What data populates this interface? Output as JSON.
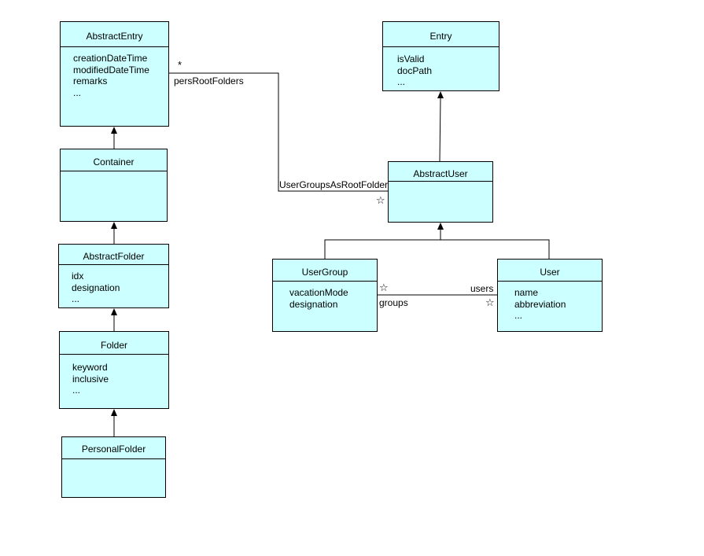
{
  "classes": {
    "abstract_entry": {
      "name": "AbstractEntry",
      "attributes": [
        "creationDateTime",
        "modifiedDateTime",
        "remarks",
        "..."
      ]
    },
    "container": {
      "name": "Container",
      "attributes": []
    },
    "abstract_folder": {
      "name": "AbstractFolder",
      "attributes": [
        "idx",
        "designation",
        "..."
      ]
    },
    "folder": {
      "name": "Folder",
      "attributes": [
        "keyword",
        "inclusive",
        "..."
      ]
    },
    "personal_folder": {
      "name": "PersonalFolder",
      "attributes": []
    },
    "entry": {
      "name": "Entry",
      "attributes": [
        "isValid",
        "docPath",
        "..."
      ]
    },
    "abstract_user": {
      "name": "AbstractUser",
      "attributes": []
    },
    "user_group": {
      "name": "UserGroup",
      "attributes": [
        "vacationMode",
        "designation"
      ]
    },
    "user": {
      "name": "User",
      "attributes": [
        "name",
        "abbreviation",
        "..."
      ]
    }
  },
  "associations": {
    "pers_root_folders": {
      "label": "persRootFolders",
      "multiplicity": "*"
    },
    "user_groups_as_root_folder": {
      "label": "UserGroupsAsRootFolder",
      "multiplicity": "☆"
    },
    "users": {
      "label": "users",
      "multiplicity": "☆"
    },
    "groups": {
      "label": "groups",
      "multiplicity": "☆"
    }
  }
}
